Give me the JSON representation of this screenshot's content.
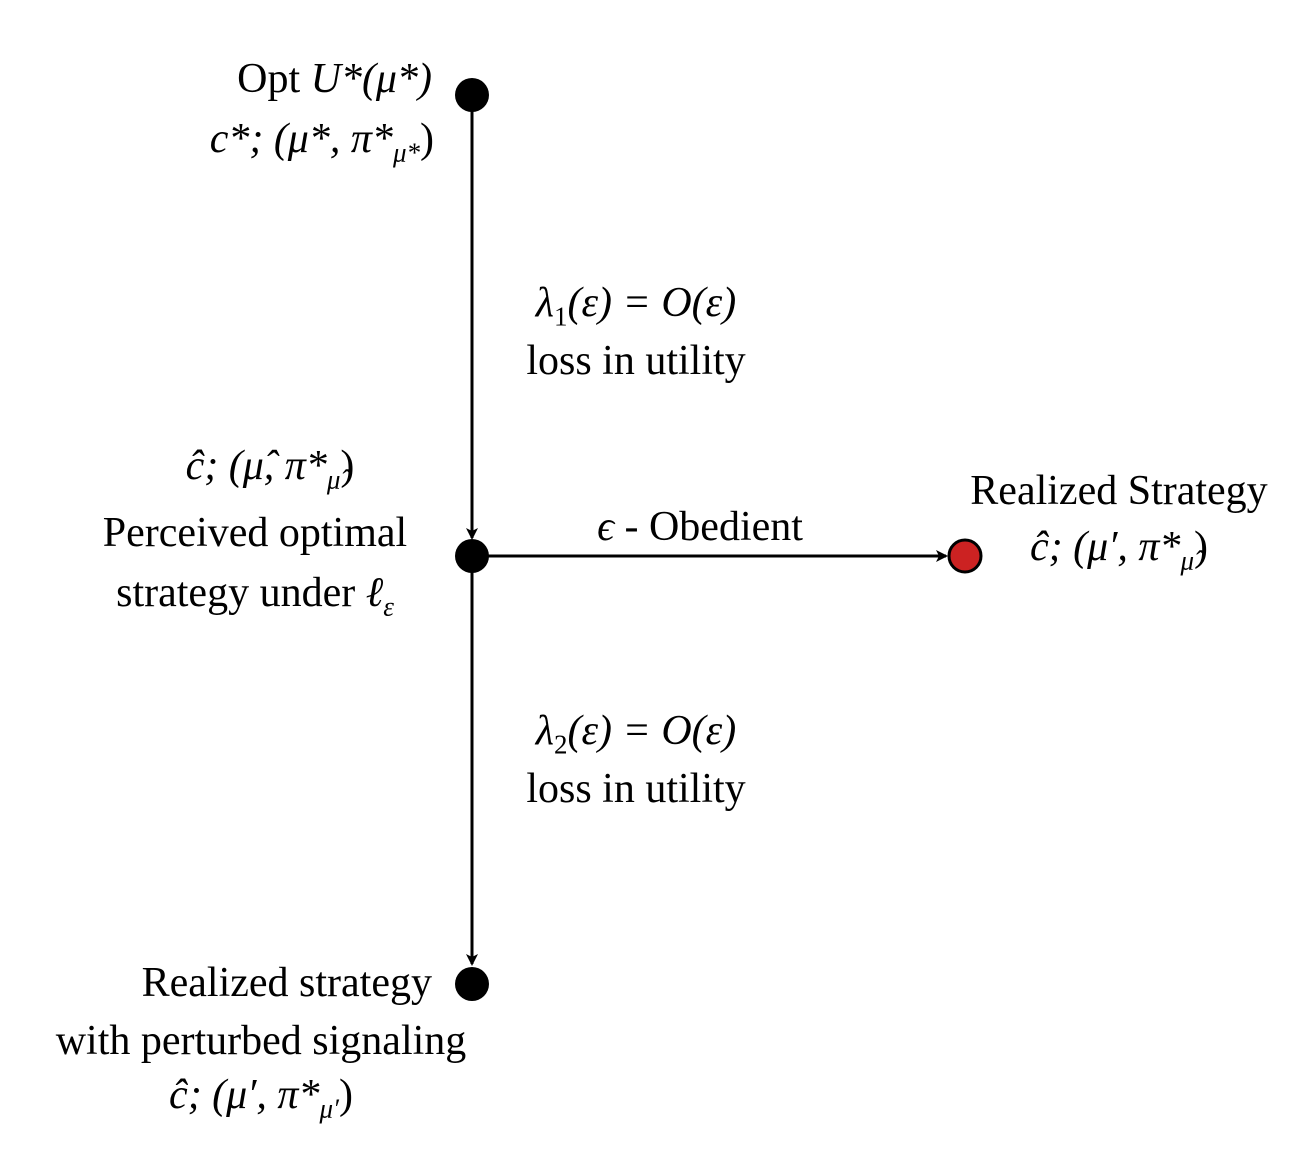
{
  "nodes": {
    "opt": {
      "line1_prefix": "Opt",
      "line1_math": "U*(μ*)",
      "line2_math": "c*; (μ*, π*",
      "line2_sub": "μ*",
      "line2_close": ")",
      "color": "#000000"
    },
    "perceived": {
      "math_line": "ĉ; (μ̂, π*",
      "math_sub": "μ̂",
      "math_close": ")",
      "line1": "Perceived optimal",
      "line2_text": "strategy under",
      "line2_math": "ℓ",
      "line2_sub": "ε",
      "color": "#000000"
    },
    "realized_right": {
      "title": "Realized Strategy",
      "math_line": "ĉ; (μ′, π*",
      "math_sub": "μ̂",
      "math_close": ")",
      "color": "#cc2222"
    },
    "realized_bottom": {
      "line1": "Realized strategy",
      "line2": "with perturbed signaling",
      "math_line": "ĉ; (μ′, π*",
      "math_sub": "μ′",
      "math_close": ")",
      "color": "#000000"
    }
  },
  "edges": {
    "top": {
      "math_lhs": "λ",
      "math_sub": "1",
      "math_rhs": "(ε) = O(ε)",
      "text": "loss in utility"
    },
    "bottom": {
      "math_lhs": "λ",
      "math_sub": "2",
      "math_rhs": "(ε) = O(ε)",
      "text": "loss in utility"
    },
    "right": {
      "math": "ϵ",
      "text": " - Obedient"
    }
  }
}
